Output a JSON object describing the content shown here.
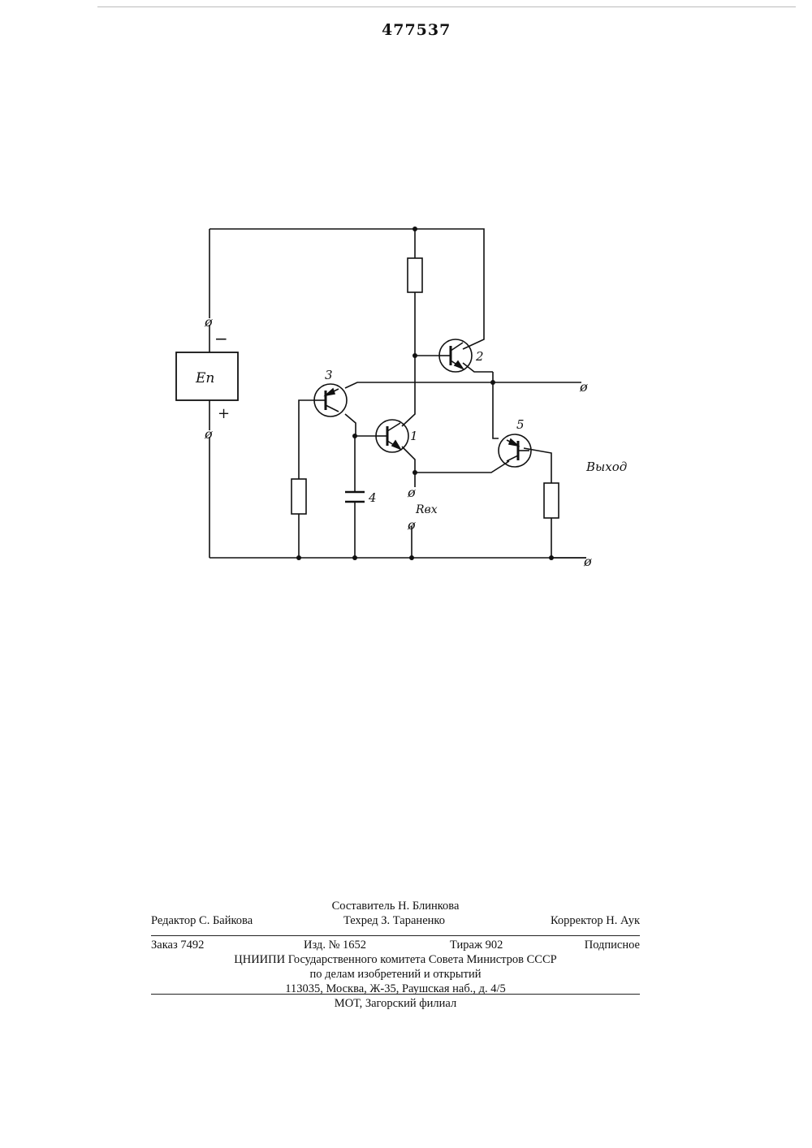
{
  "header": {
    "patent_number": "477537"
  },
  "schematic": {
    "supply_label": "Eп",
    "minus_sign": "−",
    "plus_sign": "+",
    "terminal_symbol": "ø",
    "transistor_labels": [
      "1",
      "2",
      "3",
      "5"
    ],
    "capacitor_label": "4",
    "input_resistance_label": "Rвх",
    "output_label": "Выход"
  },
  "footer": {
    "compiler": "Составитель Н. Блинкова",
    "editor": "Редактор С. Байкова",
    "techred": "Техред З. Тараненко",
    "corrector": "Корректор Н. Аук",
    "order": "Заказ 7492",
    "edition": "Изд. № 1652",
    "circulation": "Тираж 902",
    "subscription": "Подписное",
    "org_line1": "ЦНИИПИ Государственного комитета Совета Министров СССР",
    "org_line2": "по делам изобретений и открытий",
    "address": "113035, Москва, Ж-35, Раушская наб., д. 4/5",
    "branch": "МОТ, Загорский филиал"
  }
}
